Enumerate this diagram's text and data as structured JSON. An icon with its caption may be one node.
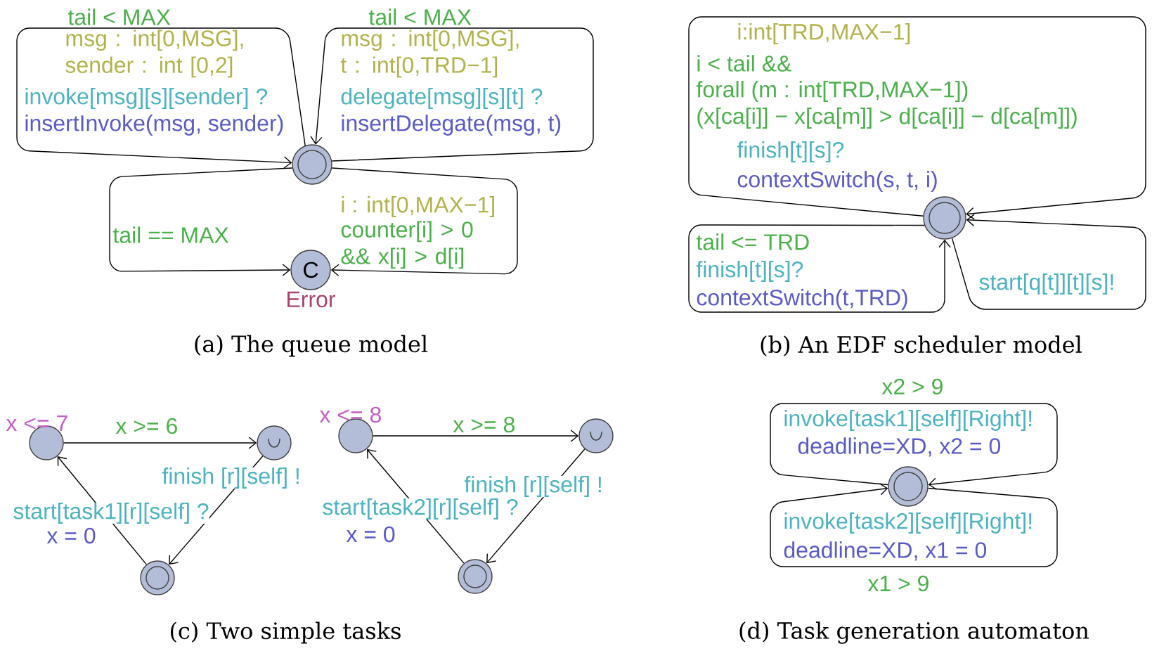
{
  "diagram": {
    "nodes": [
      {
        "text": [],
        "shape": "circle"
      },
      {
        "text": [
          "C"
        ],
        "beside": [
          "Error"
        ]
      },
      {
        "text": [],
        "shape": "circle"
      },
      {
        "text": [],
        "shape": "circle",
        "beside": [
          "x <= 7"
        ]
      },
      {
        "text": [],
        "shape": "circle"
      },
      {
        "text": [],
        "shape": "circle"
      },
      {
        "text": [],
        "shape": "circle",
        "beside": [
          "x <= 8"
        ]
      },
      {
        "text": [],
        "shape": "circle"
      },
      {
        "text": [],
        "shape": "circle"
      },
      {
        "text": [],
        "shape": "circle"
      }
    ],
    "edges": [
      {
        "from": 0,
        "to": 0,
        "arrow": "to",
        "label": "tail < MAX"
      },
      {
        "from": 0,
        "to": 0,
        "arrow": "to",
        "label": "tail < MAX"
      },
      {
        "from": 0,
        "to": 1,
        "arrow": "to",
        "label": "tail == MAX"
      },
      {
        "from": 0,
        "to": 1,
        "arrow": "to",
        "label": "i : int[0,MAX−1]"
      },
      {
        "from": 2,
        "to": 2,
        "arrow": "to",
        "label": "i:int[TRD,MAX−1]"
      },
      {
        "from": 2,
        "to": 2,
        "arrow": "to",
        "label": "tail <= TRD"
      },
      {
        "from": 2,
        "to": 2,
        "arrow": "to",
        "label": "start[q[t]][t][s]!"
      },
      {
        "from": 3,
        "to": 4,
        "arrow": "to",
        "label": "x >= 6"
      },
      {
        "from": 4,
        "to": 5,
        "arrow": "to",
        "label": "finish [r][self] !"
      },
      {
        "from": 5,
        "to": 3,
        "arrow": "to",
        "label": "start[task1][r][self] ?"
      },
      {
        "from": 6,
        "to": 7,
        "arrow": "to",
        "label": "x >= 8"
      },
      {
        "from": 7,
        "to": 8,
        "arrow": "to",
        "label": "finish [r][self] !"
      },
      {
        "from": 8,
        "to": 6,
        "arrow": "to",
        "label": "start[task2][r][self] ?"
      },
      {
        "from": 9,
        "to": 9,
        "arrow": "to",
        "label": "x2 > 9"
      },
      {
        "from": 9,
        "to": 9,
        "arrow": "to",
        "label": "x1 > 9"
      }
    ],
    "labels": [
      "msg : int[0,MSG], sender : int [0,2]",
      "invoke[msg][s][sender] ?",
      "insertInvoke(msg, sender)",
      "msg : int[0,MSG], t : int[0,TRD−1]",
      "delegate[msg][s][t] ?",
      "insertDelegate(msg, t)",
      "counter[i] > 0 && x[i] > d[i]",
      "(a) The queue model",
      "i < tail &&",
      "forall (m : int[TRD,MAX−1])",
      "(x[ca[i]] − x[ca[m]] > d[ca[i]] − d[ca[m]])",
      "finish[t][s]?",
      "contextSwitch(s, t, i)",
      "finish[t][s]?",
      "contextSwitch(t,TRD)",
      "(b) An EDF scheduler model",
      "x = 0",
      "x = 0",
      "(c) Two simple tasks",
      "invoke[task1][self][Right]!",
      "deadline=XD, x2 = 0",
      "invoke[task2][self][Right]!",
      "deadline=XD, x1 = 0",
      "(d) Task generation automaton"
    ]
  }
}
